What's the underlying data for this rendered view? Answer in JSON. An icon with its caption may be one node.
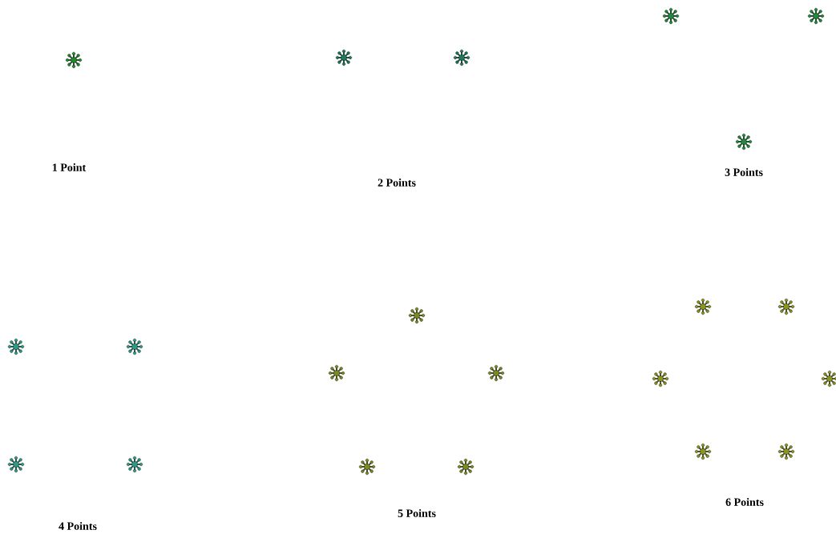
{
  "diagram": {
    "labels": [
      "1 Point",
      "2 Points",
      "3 Points",
      "4 Points",
      "5 Points",
      "6 Points"
    ]
  }
}
